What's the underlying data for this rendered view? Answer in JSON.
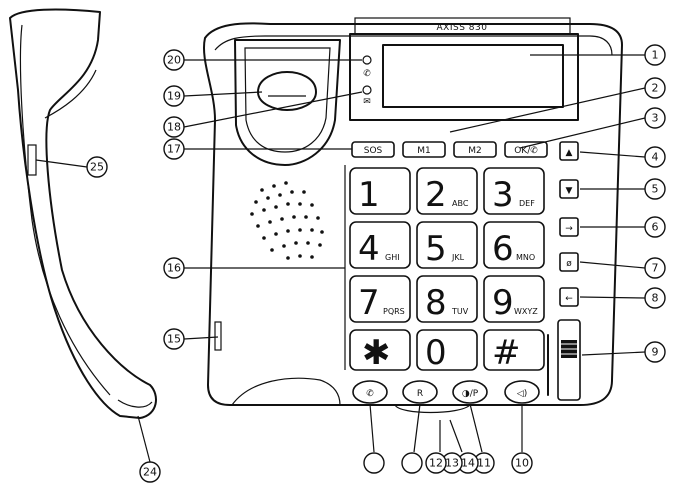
{
  "model_label": "AXISS 830",
  "function_buttons": [
    "SOS",
    "M1",
    "M2",
    "OK/✆"
  ],
  "keypad": [
    {
      "digit": "1",
      "letters": ""
    },
    {
      "digit": "2",
      "letters": "ABC"
    },
    {
      "digit": "3",
      "letters": "DEF"
    },
    {
      "digit": "4",
      "letters": "GHI"
    },
    {
      "digit": "5",
      "letters": "JKL"
    },
    {
      "digit": "6",
      "letters": "MNO"
    },
    {
      "digit": "7",
      "letters": "PQRS"
    },
    {
      "digit": "8",
      "letters": "TUV"
    },
    {
      "digit": "9",
      "letters": "WXYZ"
    },
    {
      "digit": "✱",
      "letters": ""
    },
    {
      "digit": "0",
      "letters": ""
    },
    {
      "digit": "#",
      "letters": ""
    }
  ],
  "bottom_buttons": [
    "✆",
    "R",
    "◑/P",
    "◁)"
  ],
  "side_buttons": [
    "▲",
    "▼",
    "→",
    "ø",
    "←"
  ],
  "callouts": [
    "1",
    "2",
    "3",
    "4",
    "5",
    "6",
    "7",
    "8",
    "9",
    "10",
    "11",
    "12",
    "13",
    "14",
    "15",
    "16",
    "17",
    "18",
    "19",
    "20",
    "24",
    "25"
  ],
  "icon_names": [
    "phone-handset-icon",
    "envelope-icon",
    "speaker-icon",
    "mute-icon"
  ]
}
